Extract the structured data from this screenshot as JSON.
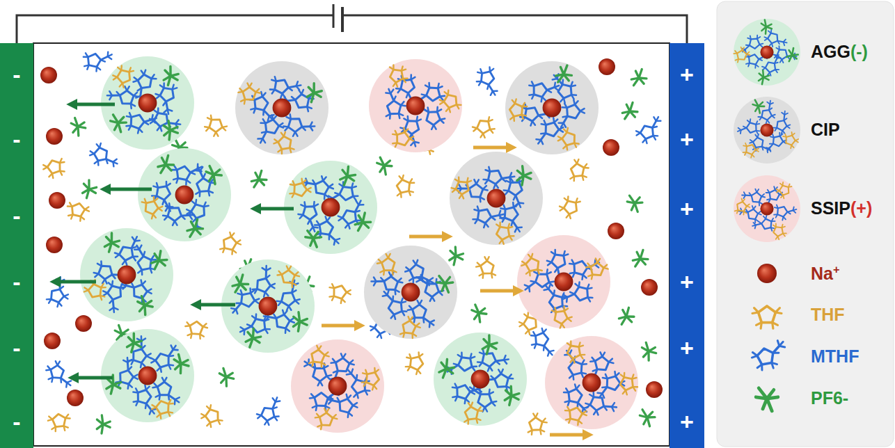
{
  "diagram": {
    "nodes": [
      {
        "text": [
          "-",
          "-",
          "-",
          "-",
          "-",
          "-"
        ]
      },
      {
        "text": [
          "+",
          "+",
          "+",
          "+",
          "+",
          "+"
        ]
      }
    ],
    "edges": [
      {
        "from": 0,
        "to": 1,
        "arrow": "none"
      }
    ],
    "legend": [
      {
        "text": "AGG(-)"
      },
      {
        "text": "CIP"
      },
      {
        "text": "SSIP(+)"
      },
      {
        "text": "Na+"
      },
      {
        "text": "THF"
      },
      {
        "text": "MTHF"
      },
      {
        "text": "PF6-"
      }
    ]
  }
}
